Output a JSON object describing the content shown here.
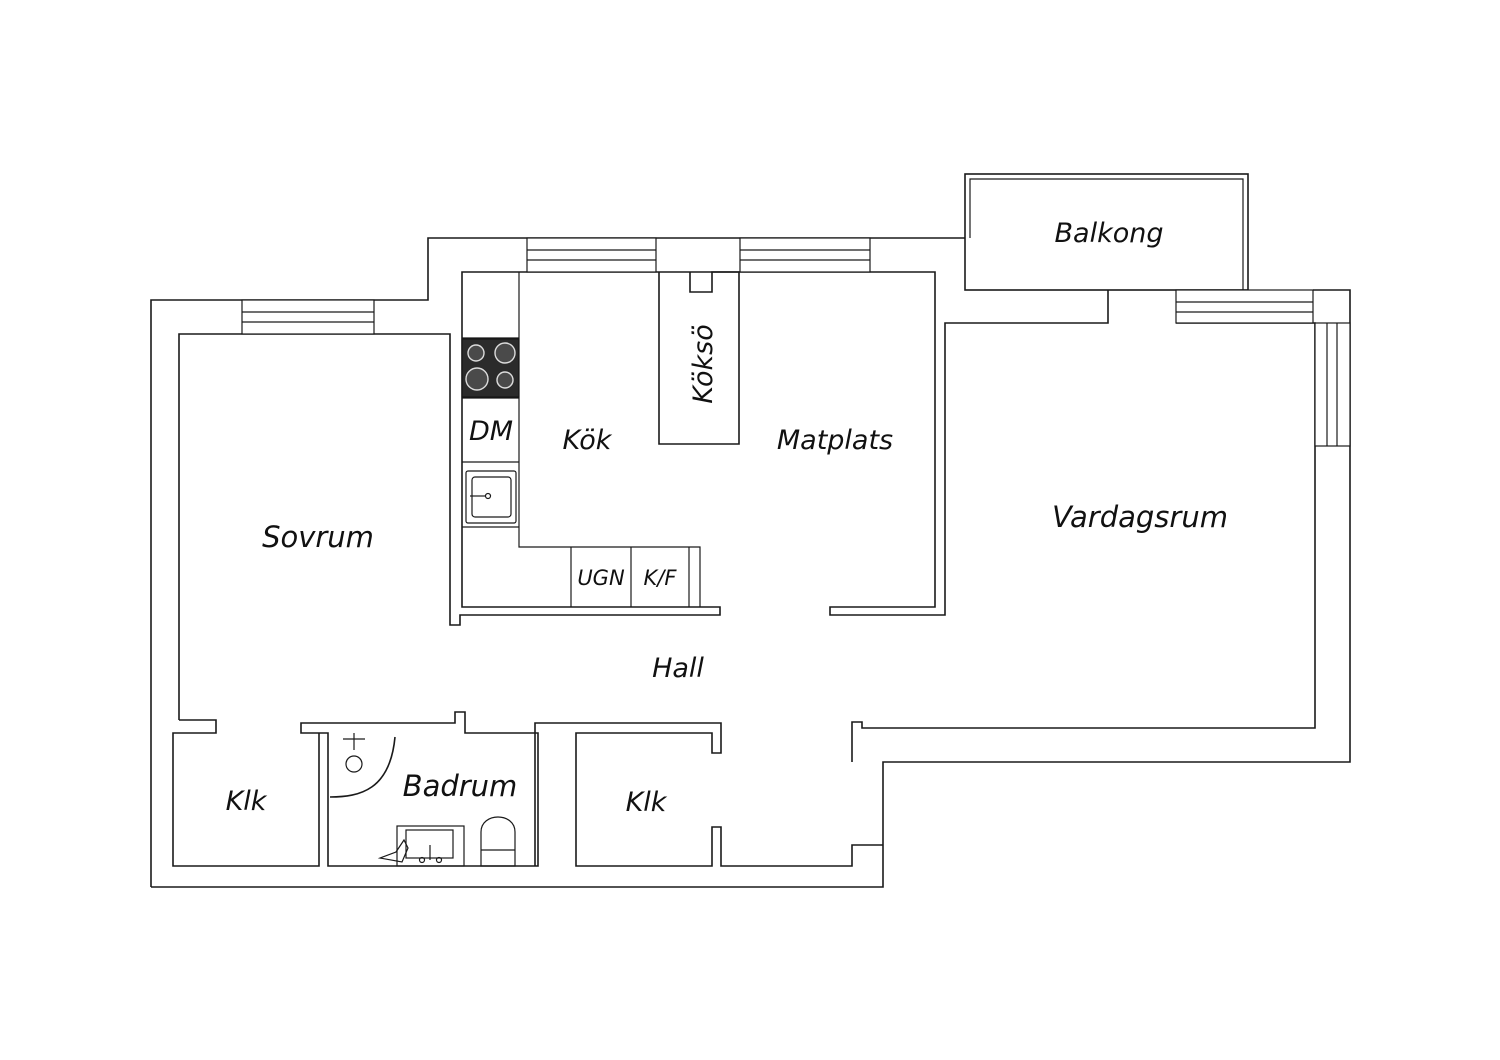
{
  "rooms": {
    "balkong": "Balkong",
    "koksoe": "Köksö",
    "dm": "DM",
    "kok": "Kök",
    "matplats": "Matplats",
    "sovrum": "Sovrum",
    "vardagsrum": "Vardagsrum",
    "ugn": "UGN",
    "kf": "K/F",
    "hall": "Hall",
    "klk_left": "Klk",
    "badrum": "Badrum",
    "klk_mid": "Klk"
  },
  "icons": {
    "stove": "stove-icon",
    "sink": "sink-icon",
    "shower": "shower-icon",
    "washbasin": "washbasin-icon",
    "toilet": "toilet-icon"
  },
  "colors": {
    "wall": "#1a1a1a",
    "background": "#ffffff",
    "hob": "#2b2b2b"
  }
}
